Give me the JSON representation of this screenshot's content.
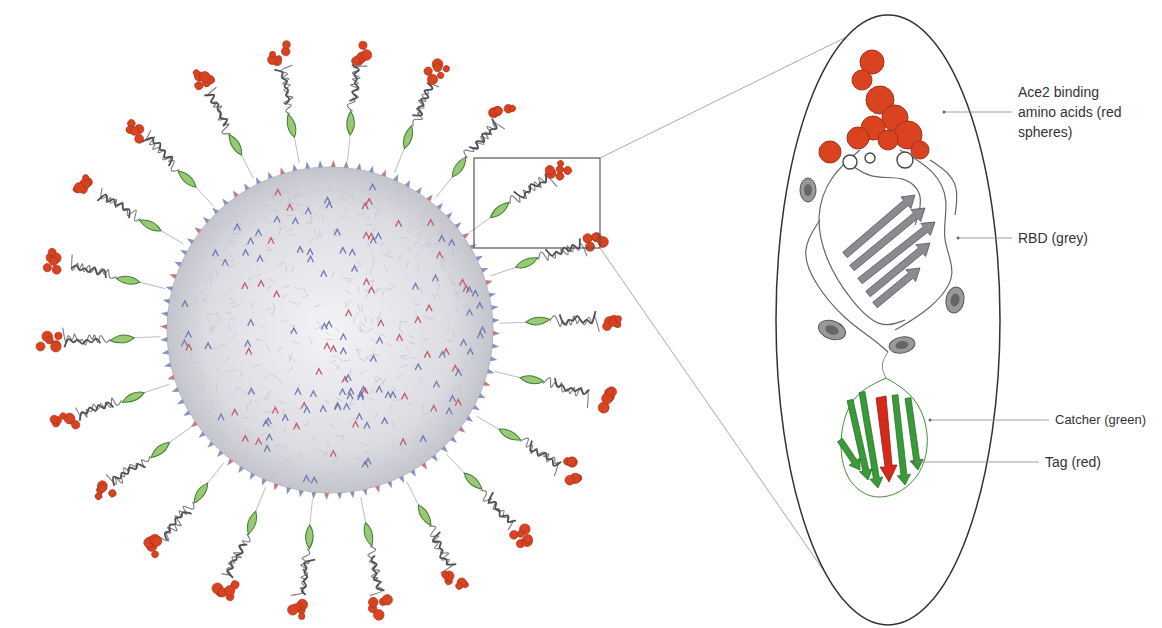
{
  "diagram": {
    "labels": [
      "Ace2 binding amino acids (red spheres)",
      "RBD (grey)",
      "Catcher (green)",
      "Tag (red)"
    ]
  }
}
